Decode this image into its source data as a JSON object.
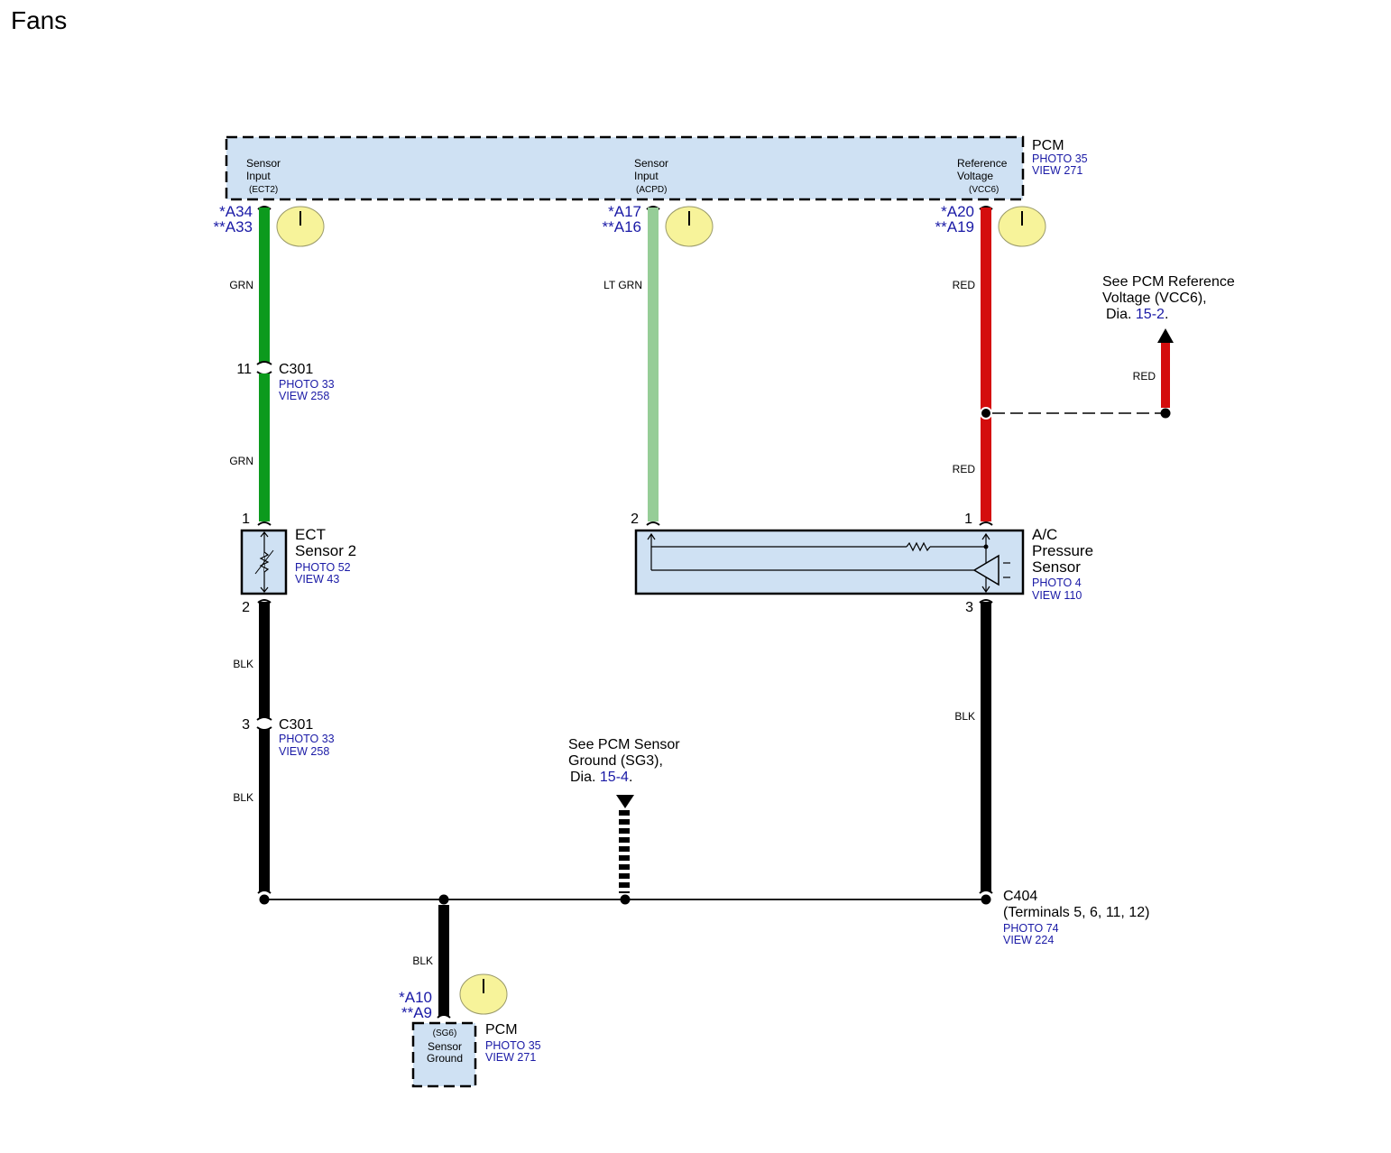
{
  "title": "Fans",
  "pcm_top": {
    "name": "PCM",
    "photo": "PHOTO 35",
    "view": "VIEW 271",
    "terminals": [
      {
        "l1": "Sensor",
        "l2": "Input",
        "code": "(ECT2)",
        "pin1": "*A34",
        "pin2": "**A33"
      },
      {
        "l1": "Sensor",
        "l2": "Input",
        "code": "(ACPD)",
        "pin1": "*A17",
        "pin2": "**A16"
      },
      {
        "l1": "Reference",
        "l2": "Voltage",
        "code": "(VCC6)",
        "pin1": "*A20",
        "pin2": "**A19"
      }
    ]
  },
  "wires": {
    "grn": "GRN",
    "lt_grn": "LT GRN",
    "red": "RED",
    "blk": "BLK"
  },
  "c301_upper": {
    "pin": "11",
    "name": "C301",
    "photo": "PHOTO 33",
    "view": "VIEW 258"
  },
  "c301_lower": {
    "pin": "3",
    "name": "C301",
    "photo": "PHOTO 33",
    "view": "VIEW 258"
  },
  "ect_sensor": {
    "line1": "ECT",
    "line2": "Sensor 2",
    "photo": "PHOTO 52",
    "view": "VIEW 43",
    "pin_top": "1",
    "pin_bottom": "2"
  },
  "ac_sensor": {
    "line1": "A/C",
    "line2": "Pressure",
    "line3": "Sensor",
    "photo": "PHOTO 4",
    "view": "VIEW 110",
    "pin_left": "2",
    "pin_right": "1",
    "pin_bottom": "3"
  },
  "ref_note": {
    "line1": "See PCM Reference",
    "line2": "Voltage (VCC6),",
    "dia": "Dia.",
    "link": "15-2",
    "wire": "RED"
  },
  "ground_note": {
    "line1": "See PCM Sensor",
    "line2": "Ground (SG3),",
    "dia": "Dia.",
    "link": "15-4"
  },
  "c404": {
    "name": "C404",
    "terminals": "(Terminals 5, 6, 11, 12)",
    "photo": "PHOTO 74",
    "view": "VIEW 224"
  },
  "pcm_bottom": {
    "name": "PCM",
    "photo": "PHOTO 35",
    "view": "VIEW 271",
    "code": "(SG6)",
    "l1": "Sensor",
    "l2": "Ground",
    "pin1": "*A10",
    "pin2": "**A9",
    "wire": "BLK"
  },
  "colors": {
    "grn": "#0c9a1d",
    "lt_grn": "#96cd97",
    "red": "#d40d0d",
    "blk": "#000000",
    "box": "#cfe1f3",
    "badge": "#f7f39a",
    "link": "#1a1aa6"
  }
}
